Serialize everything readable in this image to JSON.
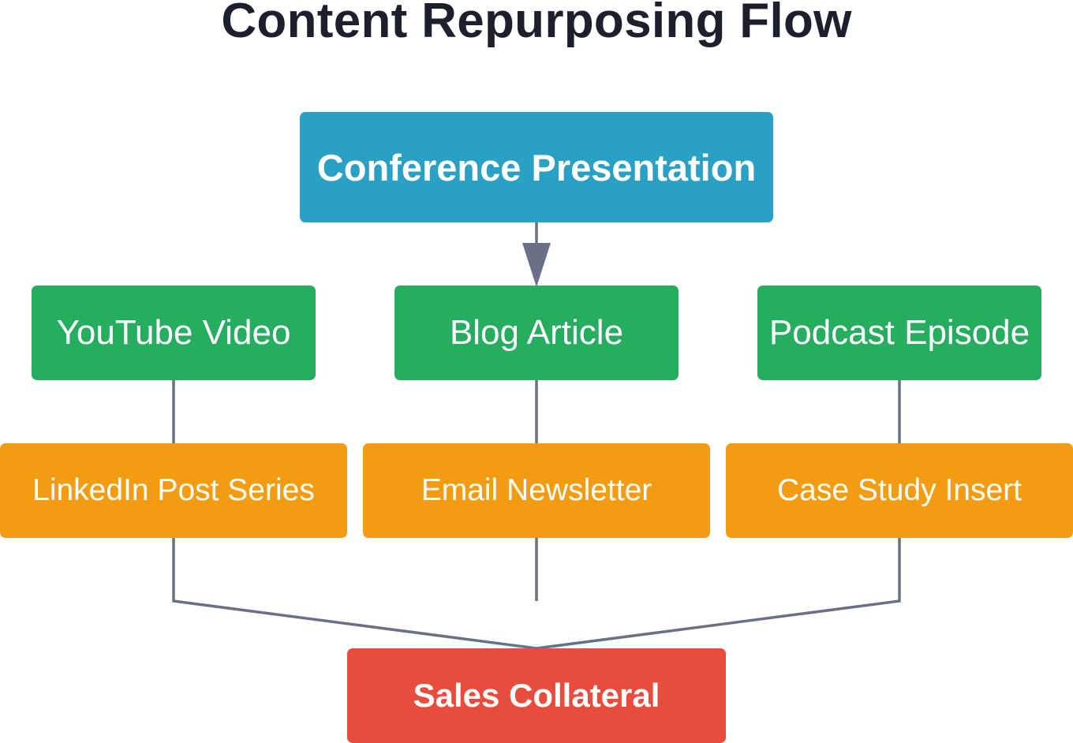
{
  "title": "Content Repurposing Flow",
  "colors": {
    "title": "#1c1f2e",
    "source": "#2ba0c5",
    "primary": "#26ad5f",
    "secondary": "#f39c12",
    "final": "#e74c3c",
    "connector": "#6b7088"
  },
  "nodes": {
    "source": "Conference Presentation",
    "primary": [
      "YouTube Video",
      "Blog Article",
      "Podcast Episode"
    ],
    "secondary": [
      "LinkedIn Post Series",
      "Email Newsletter",
      "Case Study Insert"
    ],
    "final": "Sales Collateral"
  }
}
